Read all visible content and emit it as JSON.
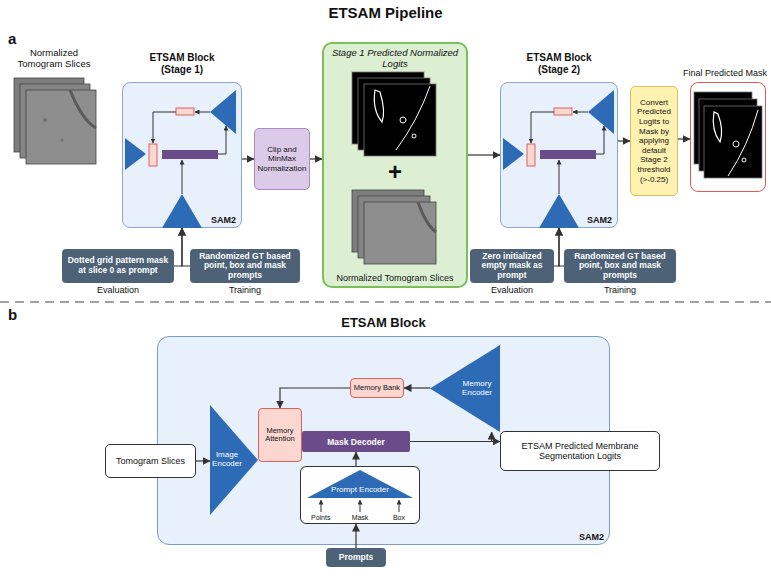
{
  "diagram": {
    "title": "ETSAM Pipeline",
    "nodes": [
      {
        "text": [
          "ETSAM Block (Stage 1)",
          "SAM2"
        ]
      },
      {
        "text": [
          "Clip and MinMax Normalization"
        ]
      },
      {
        "text": [
          "Stage 1 Predicted Normalized Logits",
          "+",
          "Normalized Tomogram Slices"
        ]
      },
      {
        "text": [
          "ETSAM Block (Stage 2)",
          "SAM2"
        ]
      },
      {
        "text": [
          "Convert Predicted Logits to Mask by applying default Stage 2 threshold (>-0.25)"
        ]
      },
      {
        "text": [
          "Final Predicted Mask"
        ]
      },
      {
        "text": [
          "Dotted grid pattern mask at slice 0 as prompt"
        ]
      },
      {
        "text": [
          "Randomized GT based point, box and mask prompts"
        ]
      },
      {
        "text": [
          "Zero initialized empty mask as prompt"
        ]
      },
      {
        "text": [
          "Randomized GT based point, box and mask prompts"
        ]
      },
      {
        "text": [
          "ETSAM Block",
          "SAM2"
        ]
      },
      {
        "text": [
          "Tomogram Slices"
        ]
      },
      {
        "text": [
          "Image Encoder"
        ],
        "in": 10
      },
      {
        "text": [
          "Memory Attention"
        ],
        "in": 10
      },
      {
        "text": [
          "Memory Bank"
        ],
        "in": 10
      },
      {
        "text": [
          "Memory Encoder"
        ],
        "in": 10
      },
      {
        "text": [
          "Mask Decoder"
        ],
        "in": 10
      },
      {
        "text": [
          "Prompt Encoder",
          "Points",
          "Mask",
          "Box"
        ],
        "in": 10
      },
      {
        "text": [
          "ETSAM Predicted Membrane Segmentation Logits"
        ]
      },
      {
        "text": [
          "Prompts"
        ]
      }
    ],
    "edges": [
      {
        "from": 0,
        "to": 1,
        "arrow": "to"
      },
      {
        "from": 1,
        "to": 2,
        "arrow": "to"
      },
      {
        "from": 2,
        "to": 3,
        "arrow": "to"
      },
      {
        "from": 3,
        "to": 4,
        "arrow": "to"
      },
      {
        "from": 4,
        "to": 5,
        "arrow": "to"
      },
      {
        "from": 6,
        "to": 0,
        "arrow": "to"
      },
      {
        "from": 7,
        "to": 0,
        "arrow": "to"
      },
      {
        "from": 8,
        "to": 3,
        "arrow": "to"
      },
      {
        "from": 9,
        "to": 3,
        "arrow": "to"
      },
      {
        "from": 11,
        "to": 12,
        "arrow": "to"
      },
      {
        "from": 16,
        "to": 18,
        "arrow": "to"
      },
      {
        "from": 16,
        "to": 15,
        "arrow": "to"
      },
      {
        "from": 15,
        "to": 14,
        "arrow": "to"
      },
      {
        "from": 14,
        "to": 13,
        "arrow": "to"
      },
      {
        "from": 17,
        "to": 16,
        "arrow": "to"
      },
      {
        "from": 19,
        "to": 17,
        "arrow": "to"
      }
    ],
    "labels": [
      "a",
      "Normalized Tomogram Slices",
      "Evaluation",
      "Training",
      "Evaluation",
      "Training",
      "b"
    ]
  }
}
